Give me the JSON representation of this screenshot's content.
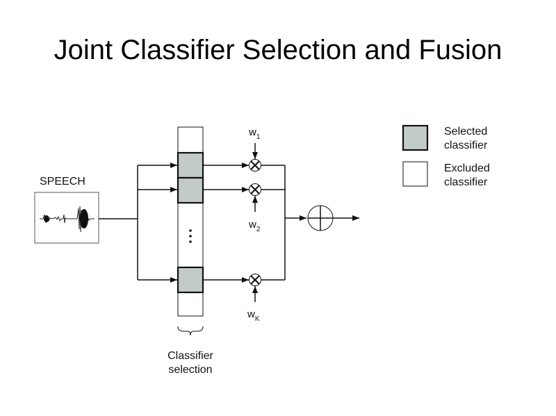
{
  "title": "Joint Classifier Selection and Fusion",
  "input_label": "SPEECH",
  "weights": {
    "w1": {
      "base": "w",
      "sub": "1"
    },
    "w2": {
      "base": "w",
      "sub": "2"
    },
    "wK": {
      "base": "w",
      "sub": "K"
    }
  },
  "selection_label": [
    "Classifier",
    "selection"
  ],
  "legend": {
    "selected": [
      "Selected",
      "classifier"
    ],
    "excluded": [
      "Excluded",
      "classifier"
    ]
  },
  "colors": {
    "selected_fill": "#c3cbc9",
    "excluded_fill": "#ffffff",
    "stroke": "#111111"
  }
}
